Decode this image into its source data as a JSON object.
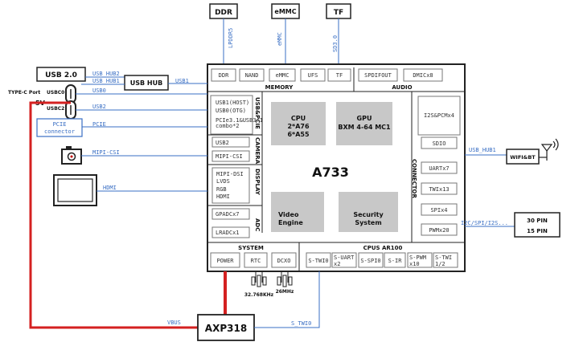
{
  "colors": {
    "bus_line": "#3a6fc4",
    "power_line": "#d42020",
    "core_fill": "#c8c8c8",
    "chip_outline": "#222222",
    "accent_red": "#c00000"
  },
  "external": {
    "ddr": "DDR",
    "emmc": "eMMC",
    "tf": "TF",
    "usb20": "USB 2.0",
    "usb_hub": "USB HUB",
    "typec_port": "TYPE-C Port",
    "usbc0": "USBC0",
    "usbc2": "USBC2",
    "five_v": "5V",
    "pcie_connector_1": "PCIE",
    "pcie_connector_2": "connector",
    "camera_icon": "camera-icon",
    "display_icon": "display-icon",
    "wifi_bt": "WIFI&BT",
    "pin30": "30 PIN",
    "pin15": "15 PIN",
    "axp318": "AXP318",
    "crystal_32k": "32.768KHz",
    "crystal_26m": "26MHz"
  },
  "buses": {
    "lpddr5": "LPDDR5",
    "emmc": "eMMC",
    "sd3": "SD3.0",
    "usb_hub2": "USB_HUB2",
    "usb_hub1_left": "USB_HUB1",
    "usb1": "USB1",
    "usb0": "USB0",
    "usb2": "USB2",
    "pcie": "PCIE",
    "mipi_csi": "MIPI-CSI",
    "hdmi": "HDMI",
    "usb_hub1_right": "USB_HUB1",
    "i2c_spi": "I2C/SPI/I2S...",
    "vbus": "VBUS",
    "s_twi0": "S_TWI0"
  },
  "chip": {
    "name": "A733",
    "memory_label": "MEMORY",
    "audio_label": "AUDIO",
    "memory_cells": [
      "DDR",
      "NAND",
      "eMMC",
      "UFS",
      "TF"
    ],
    "audio_cells": [
      "SPDIFOUT",
      "DMICx8"
    ],
    "usb_pcie_label": "USB&PCIE",
    "usb_pcie_lines": [
      "USB1(HOST)",
      "USB0(OTG)",
      "PCIe3.1&USB3.1",
      "combo*2"
    ],
    "camera_label": "CAMERA",
    "camera_cells": [
      "USB2",
      "MIPI-CSI"
    ],
    "display_label": "DISPLAY",
    "display_lines": [
      "MIPI-DSI",
      "LVDS",
      "RGB",
      "HDMI"
    ],
    "adc_label": "ADC",
    "adc_cells": [
      "GPADCx7",
      "LRADCx1"
    ],
    "connector_label": "CONNECTOR",
    "connector_cells": [
      "I2S&PCMx4",
      "SDIO",
      "UARTx7",
      "TWIx13",
      "SPIx4",
      "PWMx20"
    ],
    "cpu": [
      "CPU",
      "2*A76",
      "6*A55"
    ],
    "gpu": [
      "GPU",
      "BXM 4-64 MC1"
    ],
    "video": [
      "Video",
      "Engine"
    ],
    "security": [
      "Security",
      "System"
    ],
    "system_label": "SYSTEM",
    "system_cells": [
      "POWER",
      "RTC",
      "DCXO"
    ],
    "cpus_label": "CPUS AR100",
    "cpus_cells": [
      [
        "S-TWI0"
      ],
      [
        "S-UART",
        "x2"
      ],
      [
        "S-SPI0"
      ],
      [
        "S-IR"
      ],
      [
        "S-PWM",
        "x10"
      ],
      [
        "S-TWI",
        "1/2"
      ]
    ]
  }
}
